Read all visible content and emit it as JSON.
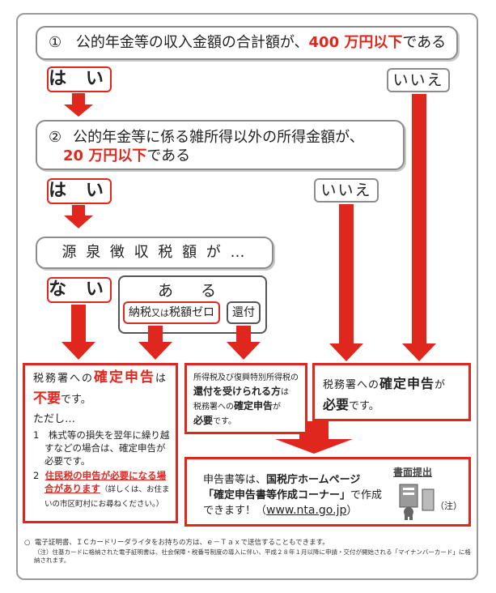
{
  "q1": {
    "num": "①",
    "text_a": "公的年金等の収入金額の合計額が、",
    "text_red": "400 万円以下",
    "text_b": "である"
  },
  "yes1": "は い",
  "no1": "いいえ",
  "q2": {
    "num": "②",
    "line1": "公的年金等に係る雑所得以外の所得金額が、",
    "red": "20 万円以下",
    "tail": "である"
  },
  "yes2": "は い",
  "no2": "いいえ",
  "gensen": "源 泉 徴 収 税 額 が …",
  "nai": "な い",
  "aru": "あ る",
  "nouzei": {
    "a": "納税",
    "b": "又は",
    "c": "税額ゼロ"
  },
  "kanpu": "還付",
  "box1": {
    "l1a": "税務署への",
    "l1b": "確定申告",
    "l1c": "は",
    "l2a": "不要",
    "l2b": "です。",
    "l3": "ただし…",
    "i1": "1　株式等の損失を翌年に繰り越すなどの場合は、確定申告が必要です。",
    "i2num": "2",
    "i2red": "住民税の申告が必要になる場合があります",
    "i2small": "（詳しくは、お住まいの市区町村にお尋ねください。）"
  },
  "box2": {
    "l1": "所得税及び復興特別所得税の",
    "l2a": "還付を受けられる方",
    "l2b": "は",
    "l3a": "税務署への",
    "l3b": "確定申告",
    "l3c": "が",
    "l4a": "必要",
    "l4b": "です。"
  },
  "box3": {
    "l1a": "税務署への",
    "l1b": "確定申告",
    "l1c": "が",
    "l2a": "必要",
    "l2b": "です。"
  },
  "box4": {
    "l1a": "申告書等は、",
    "l1b": "国税庁ホームページ",
    "l2a": "「確定申告書等作成コーナー」",
    "l2b": "で作成",
    "l3a": "できます！（",
    "l3b": "www.nta.go.jp",
    "l3c": "）",
    "paper_title": "書面提出",
    "note": "（注）"
  },
  "footnote": {
    "mark": "○",
    "l1": "電子証明書、ＩＣカードリーダライタをお持ちの方は、ｅ－Ｔａｘで送信することもできます。",
    "l2": "（注）住基カードに格納された電子証明書は、社会保障・税番号制度の導入に伴い、平成２８年１月以降に申請・交付が開始される「マイナンバーカード」に格納されます。"
  },
  "colors": {
    "red": "#e0271d",
    "gray": "#8c8c8c"
  }
}
